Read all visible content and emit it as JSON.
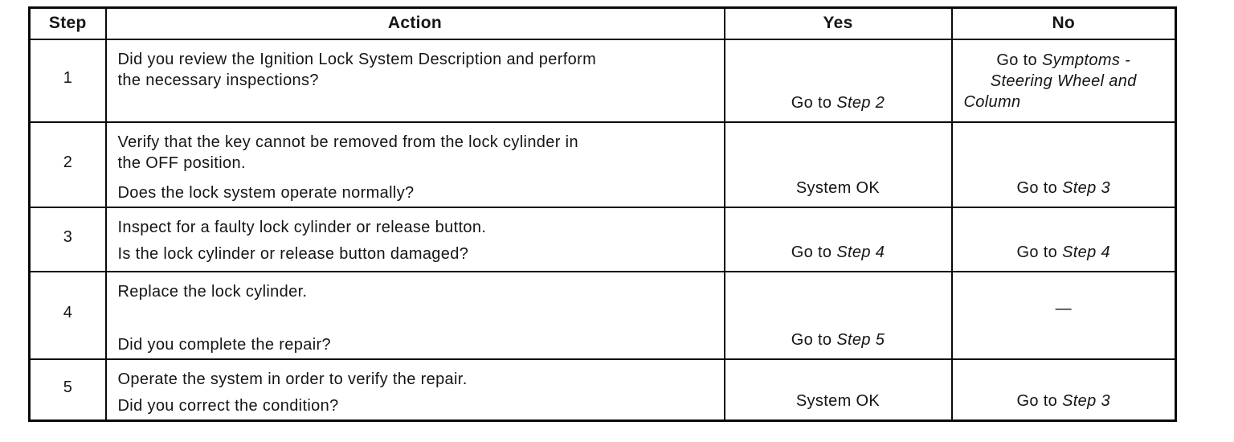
{
  "colors": {
    "border": "#0a0a0a",
    "text": "#151515",
    "background": "#ffffff"
  },
  "table": {
    "headers": {
      "step": "Step",
      "action": "Action",
      "yes": "Yes",
      "no": "No"
    },
    "rows": [
      {
        "step": "1",
        "action": [
          [
            "Did you review the Ignition Lock System Description and perform",
            "the necessary inspections?"
          ]
        ],
        "yes": {
          "prefix": "Go to ",
          "link": "Step 2"
        },
        "no_lines": [
          {
            "prefix": "Go to ",
            "link": "Symptoms -"
          },
          {
            "link": "Steering Wheel and"
          },
          {
            "link": "Column"
          }
        ]
      },
      {
        "step": "2",
        "action": [
          [
            "Verify that the key cannot be removed from the lock cylinder in",
            "the OFF position."
          ],
          [
            "Does the lock system operate normally?"
          ]
        ],
        "yes": {
          "text": "System OK"
        },
        "no": {
          "prefix": "Go to ",
          "link": "Step 3"
        }
      },
      {
        "step": "3",
        "action": [
          [
            "Inspect for a faulty lock cylinder or release button."
          ],
          [
            "Is the lock cylinder or release button damaged?"
          ]
        ],
        "yes": {
          "prefix": "Go to ",
          "link": "Step 4"
        },
        "no": {
          "prefix": "Go to ",
          "link": "Step 4"
        }
      },
      {
        "step": "4",
        "action": [
          [
            "Replace the lock cylinder."
          ],
          [
            "Did you complete the repair?"
          ]
        ],
        "yes": {
          "prefix": "Go to ",
          "link": "Step 5"
        },
        "no": {
          "text": "—"
        }
      },
      {
        "step": "5",
        "action": [
          [
            "Operate the system in order to verify the repair."
          ],
          [
            "Did you correct the condition?"
          ]
        ],
        "yes": {
          "text": "System OK"
        },
        "no": {
          "prefix": "Go to ",
          "link": "Step 3"
        }
      }
    ]
  }
}
